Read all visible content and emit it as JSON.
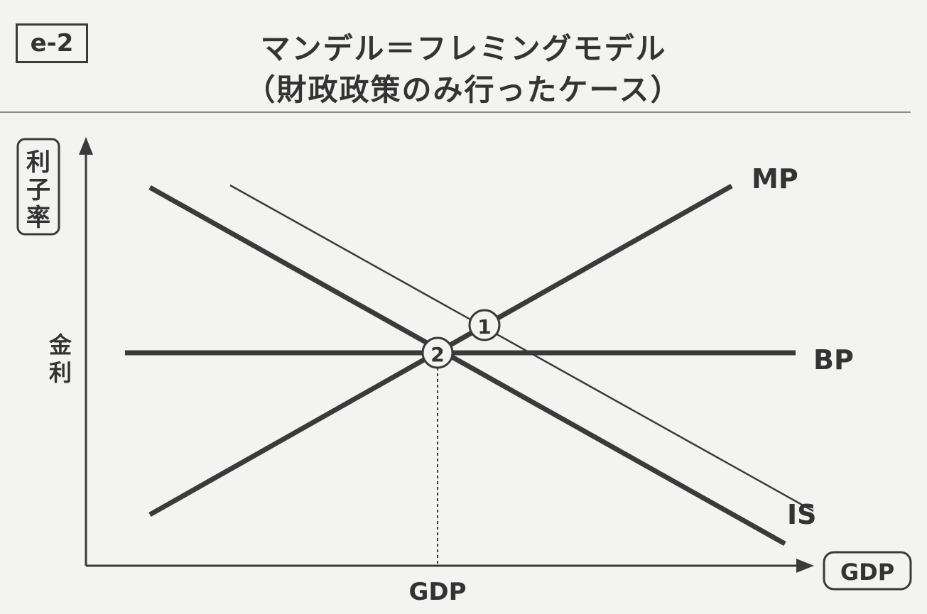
{
  "badge": "e-2",
  "title_line1": "マンデル＝フレミングモデル",
  "title_line2": "（財政政策のみ行ったケース）",
  "y_axis_label": [
    "利",
    "子",
    "率"
  ],
  "x_axis_label": "GDP",
  "interest_label": [
    "金",
    "利"
  ],
  "gdp_label": "GDP",
  "curves": {
    "mp": "MP",
    "bp": "BP",
    "is": "IS"
  },
  "points": {
    "p1": "1",
    "p2": "2"
  },
  "colors": {
    "line": "#3a3a3a",
    "background": "#f3f3f1"
  }
}
